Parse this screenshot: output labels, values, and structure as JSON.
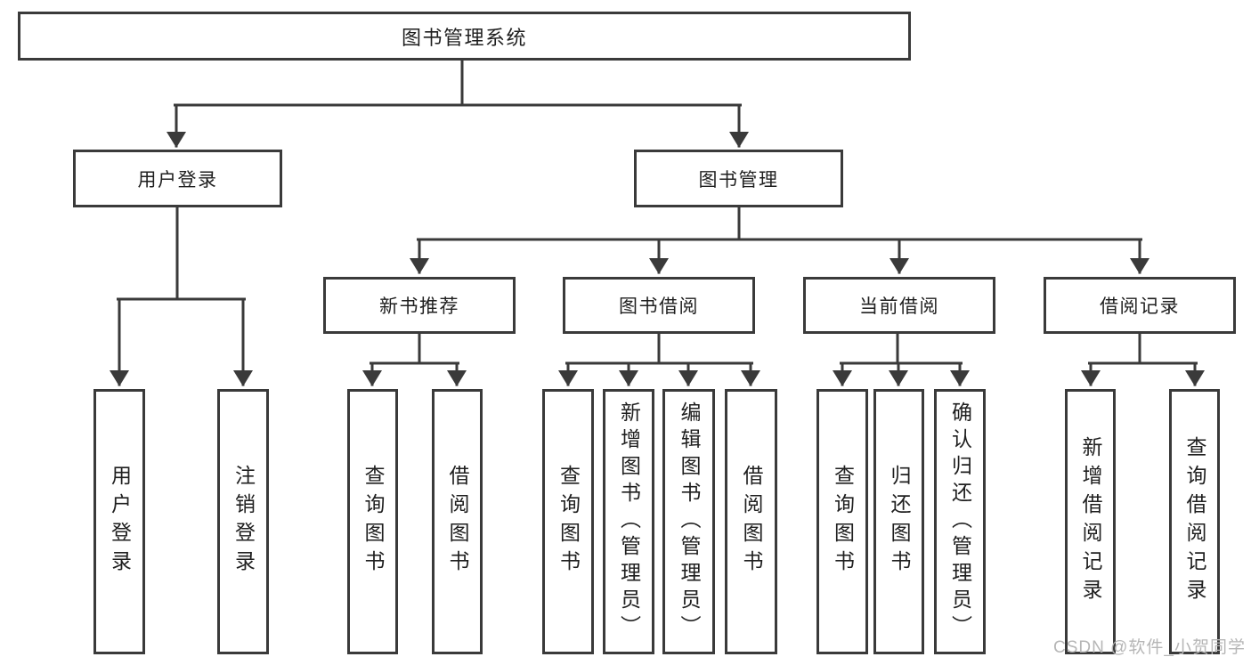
{
  "nodes": {
    "root": {
      "label": "图书管理系统"
    },
    "user_login": {
      "label": "用户登录"
    },
    "book_mgmt": {
      "label": "图书管理"
    },
    "new_book_rec": {
      "label": "新书推荐"
    },
    "book_borrow": {
      "label": "图书借阅"
    },
    "current_borrow": {
      "label": "当前借阅"
    },
    "borrow_records": {
      "label": "借阅记录"
    },
    "leaf_user_login": {
      "label": "用户登录"
    },
    "leaf_logout": {
      "label": "注销登录"
    },
    "leaf_query_book_a": {
      "label": "查询图书"
    },
    "leaf_borrow_book_a": {
      "label": "借阅图书"
    },
    "leaf_query_book_b": {
      "label": "查询图书"
    },
    "leaf_add_book": {
      "label": "新增图书（管理员）"
    },
    "leaf_edit_book": {
      "label": "编辑图书（管理员）"
    },
    "leaf_borrow_book_b": {
      "label": "借阅图书"
    },
    "leaf_query_book_c": {
      "label": "查询图书"
    },
    "leaf_return_book": {
      "label": "归还图书"
    },
    "leaf_confirm_return": {
      "label": "确认归还（管理员）"
    },
    "leaf_add_record": {
      "label": "新增借阅记录"
    },
    "leaf_query_record": {
      "label": "查询借阅记录"
    }
  },
  "hierarchy": {
    "图书管理系统": [
      "用户登录",
      "图书管理"
    ],
    "用户登录": [
      "用户登录",
      "注销登录"
    ],
    "图书管理": [
      "新书推荐",
      "图书借阅",
      "当前借阅",
      "借阅记录"
    ],
    "新书推荐": [
      "查询图书",
      "借阅图书"
    ],
    "图书借阅": [
      "查询图书",
      "新增图书（管理员）",
      "编辑图书（管理员）",
      "借阅图书"
    ],
    "当前借阅": [
      "查询图书",
      "归还图书",
      "确认归还（管理员）"
    ],
    "借阅记录": [
      "新增借阅记录",
      "查询借阅记录"
    ]
  },
  "watermark": {
    "text": "CSDN @软件_小贺同学"
  },
  "colors": {
    "line": "#3a3a3a",
    "text": "#1f1f1f",
    "watermark": "#b6b6b6",
    "background": "#ffffff"
  }
}
